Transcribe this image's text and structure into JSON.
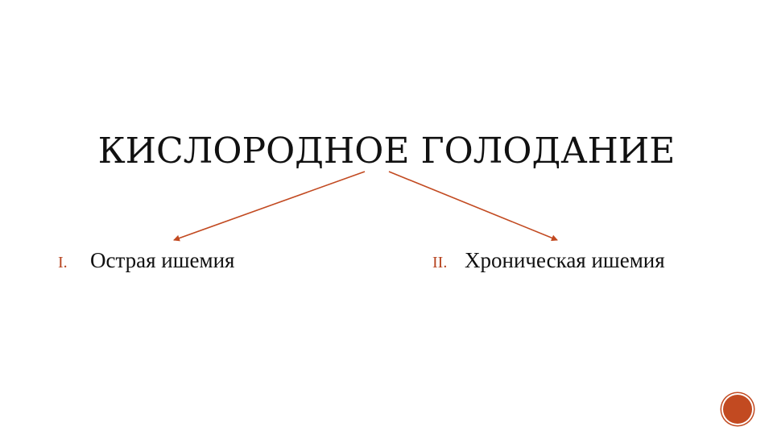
{
  "title": "КИСЛОРОДНОЕ ГОЛОДАНИЕ",
  "items": [
    {
      "number": "I.",
      "label": "Острая ишемия"
    },
    {
      "number": "II.",
      "label": "Хроническая ишемия"
    }
  ],
  "page_number": "",
  "colors": {
    "accent": "#c24a21",
    "text": "#111111",
    "background": "#ffffff"
  }
}
